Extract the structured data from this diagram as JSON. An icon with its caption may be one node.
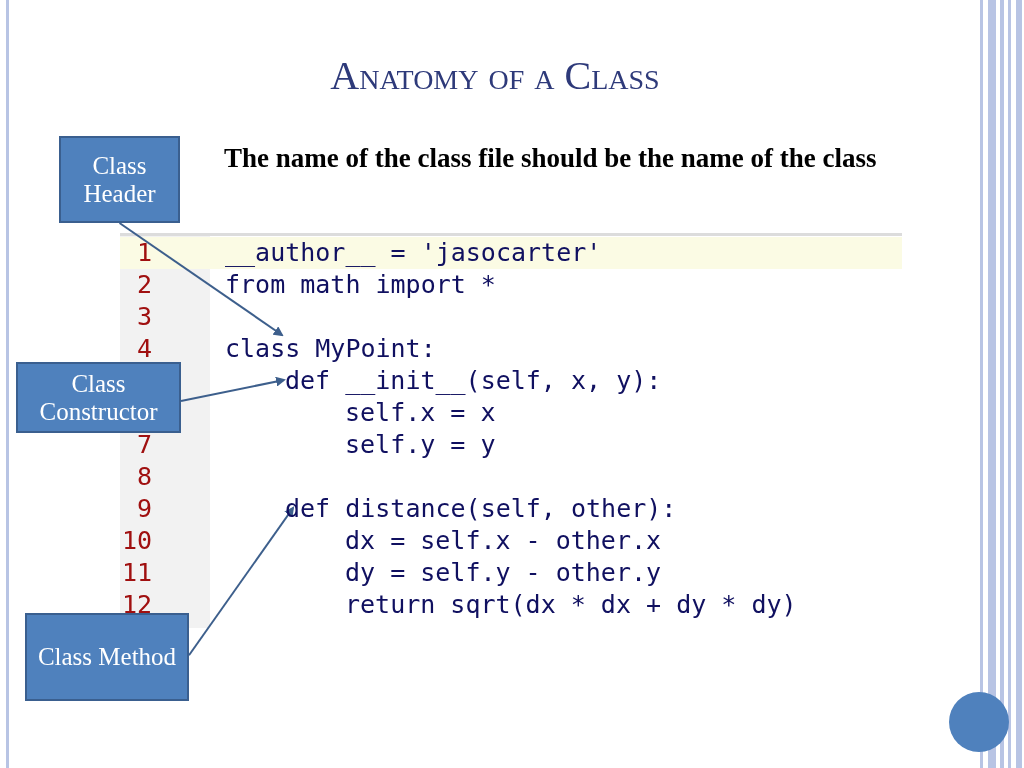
{
  "diagram": {
    "title": "Anatomy of a Class",
    "nodes": [
      {
        "text": [
          "Class Header"
        ]
      },
      {
        "text": [
          "Class Constructor"
        ]
      },
      {
        "text": [
          "Class Method"
        ]
      },
      {
        "text": [
          "class MyPoint:"
        ]
      },
      {
        "text": [
          "def __init__(self, x, y):"
        ]
      },
      {
        "text": [
          "def distance(self, other):"
        ]
      }
    ],
    "edges": [
      {
        "from": 0,
        "to": 3,
        "arrow": "to"
      },
      {
        "from": 1,
        "to": 4,
        "arrow": "to"
      },
      {
        "from": 2,
        "to": 5,
        "arrow": "to"
      }
    ],
    "labels": [
      "The name of the class file should be the name of the class",
      "1",
      "__author__ = 'jasocarter'",
      "2",
      "from math import *",
      "3",
      "4",
      "self.x = x",
      "7",
      "self.y = y",
      "8",
      "9",
      "10",
      "dx = self.x - other.x",
      "11",
      "dy = self.y - other.y",
      "12",
      "return sqrt(dx * dx + dy * dy)"
    ]
  }
}
